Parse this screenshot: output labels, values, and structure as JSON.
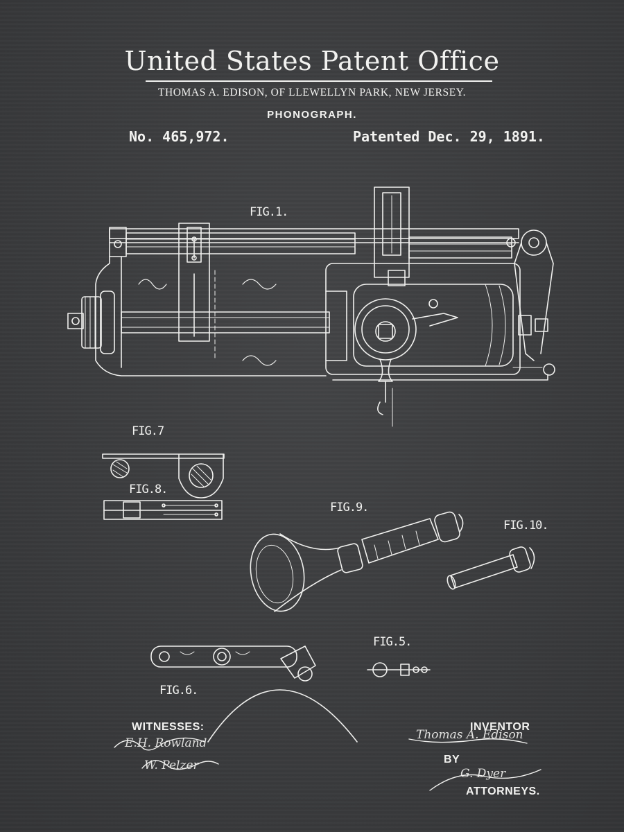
{
  "header": {
    "office_title": "United States Patent Office",
    "inventor_line": "THOMAS A. EDISON, OF LLEWELLYN PARK, NEW JERSEY.",
    "invention_title": "PHONOGRAPH.",
    "patent_number": "No. 465,972.",
    "patent_date": "Patented Dec. 29, 1891."
  },
  "figures": {
    "fig1": "FIG.1.",
    "fig5": "FIG.5.",
    "fig6": "FIG.6.",
    "fig7": "FIG.7",
    "fig8": "FIG.8.",
    "fig9": "FIG.9.",
    "fig10": "FIG.10."
  },
  "footer": {
    "witnesses_label": "WITNESSES:",
    "inventor_label": "INVENTOR",
    "by_label": "BY",
    "attorneys_label": "ATTORNEYS.",
    "witness_signatures": [
      "E.H. Rowland",
      "W. Pelzer"
    ],
    "inventor_signature": "Thomas A. Edison",
    "attorney_signature": "G. Dyer"
  }
}
